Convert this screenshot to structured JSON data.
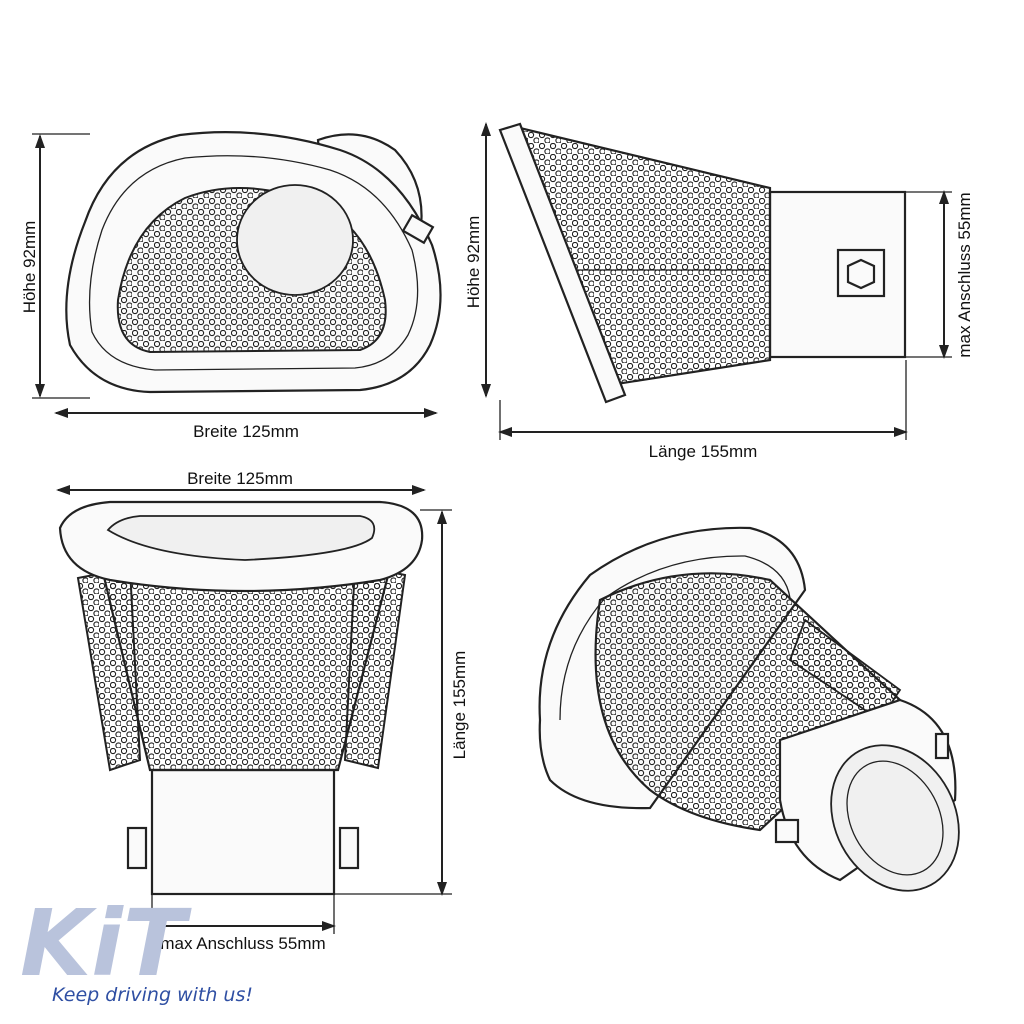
{
  "front_view": {
    "height_label": "Höhe 92mm",
    "width_label": "Breite 125mm"
  },
  "side_view": {
    "height_label": "Höhe 92mm",
    "connection_label": "max Anschluss 55mm",
    "length_label": "Länge 155mm"
  },
  "top_view": {
    "width_label": "Breite 125mm",
    "length_label": "Länge 155mm",
    "connection_label": "max Anschluss 55mm"
  },
  "branding": {
    "logo_text": "KiT",
    "tagline": "Keep driving with us!",
    "logo_color": "#b9c3dc",
    "tagline_color": "#2f4fa3"
  },
  "colors": {
    "line": "#222222",
    "background": "#ffffff"
  }
}
